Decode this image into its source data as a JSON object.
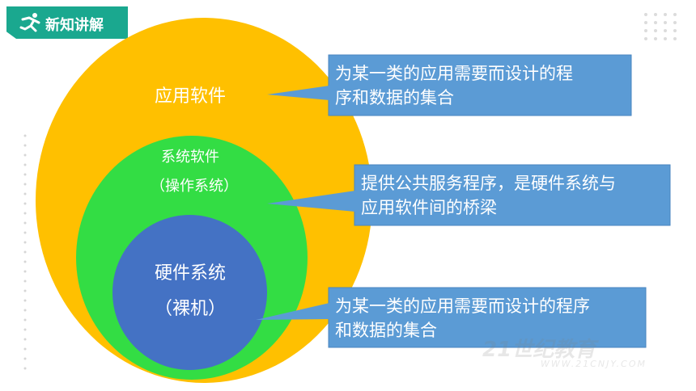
{
  "header": {
    "title": "新知讲解"
  },
  "diagram": {
    "outer_label": "应用软件",
    "middle_label_line1": "系统软件",
    "middle_label_line2": "（操作系统）",
    "inner_label_line1": "硬件系统",
    "inner_label_line2": "（裸机）"
  },
  "callouts": [
    {
      "line1": "为某一类的应用需要而设计的程",
      "line2": "序和数据的集合"
    },
    {
      "line1": "提供公共服务程序，是硬件系统与",
      "line2": "应用软件间的桥梁"
    },
    {
      "line1": "为某一类的应用需要而设计的程序",
      "line2": "和数据的集合"
    }
  ],
  "watermark": {
    "text": "21世纪教育",
    "url": "WWW.21CNJY.COM"
  },
  "colors": {
    "header_bg": "#1aa88f",
    "outer_circle": "#ffc000",
    "middle_circle": "#33dd44",
    "inner_circle": "#4472c4",
    "callout": "#5b9bd5"
  }
}
